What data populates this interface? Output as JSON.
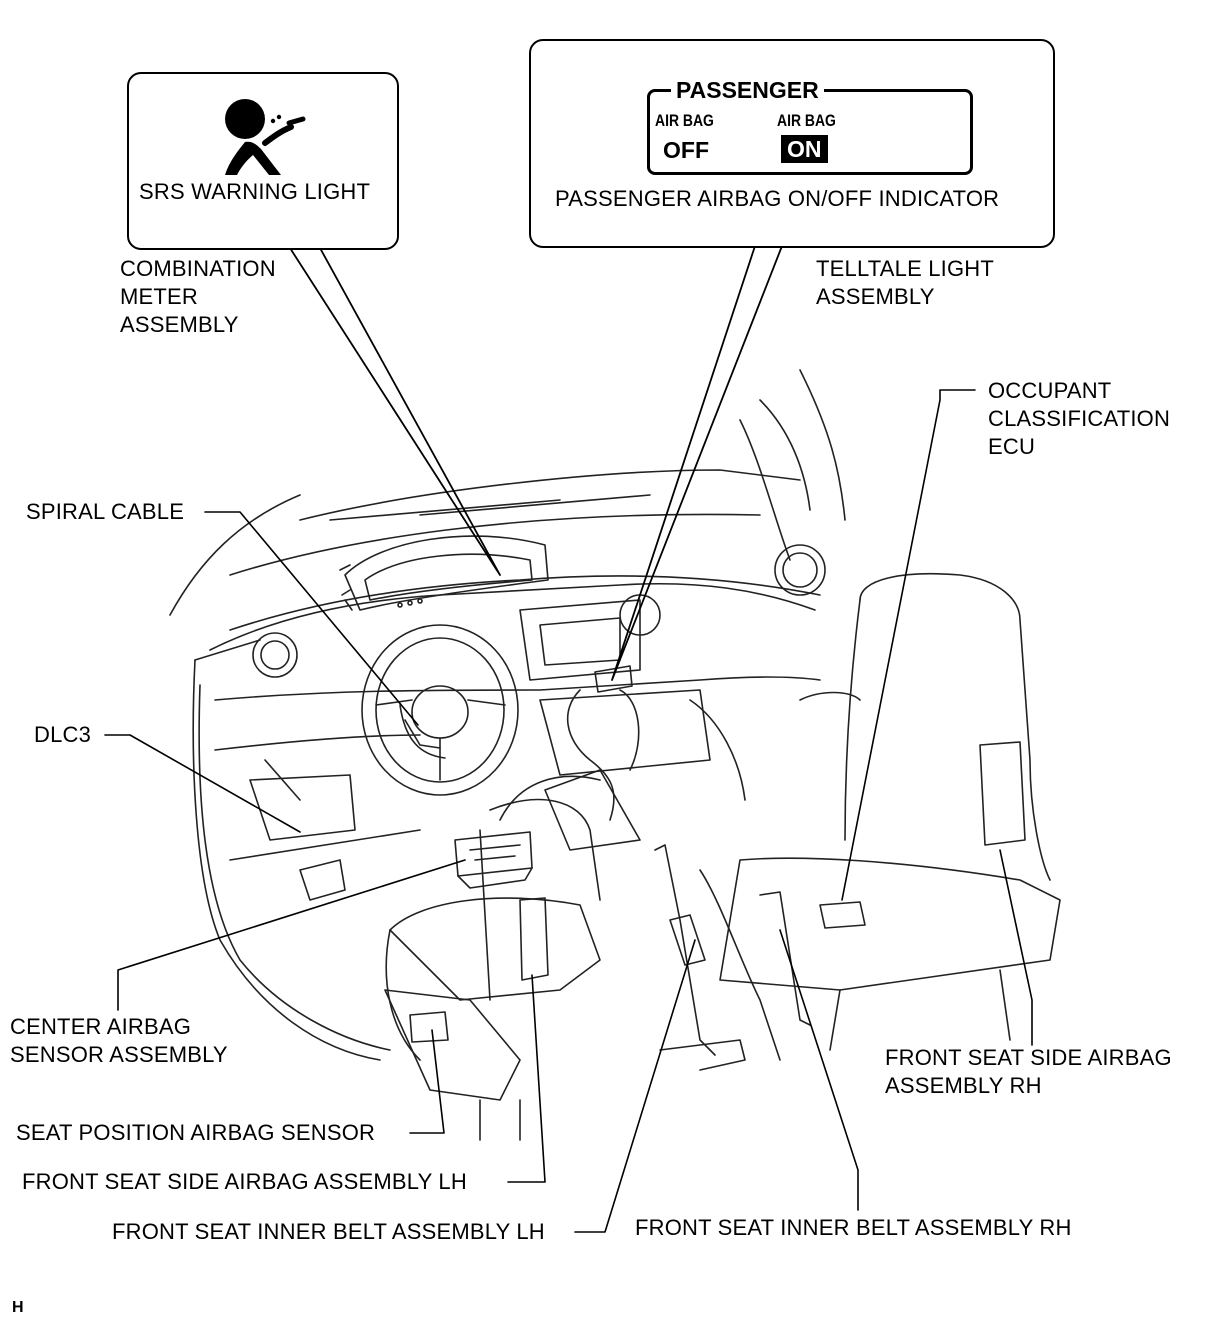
{
  "callouts": {
    "srs": {
      "label": "SRS WARNING LIGHT"
    },
    "passenger": {
      "heading": "PASSENGER",
      "left_small": "AIR BAG",
      "left_state": "OFF",
      "right_small": "AIR BAG",
      "right_state": "ON",
      "label": "PASSENGER AIRBAG ON/OFF INDICATOR"
    }
  },
  "labels": {
    "combination_meter": [
      "COMBINATION",
      "METER",
      "ASSEMBLY"
    ],
    "telltale": [
      "TELLTALE LIGHT",
      "ASSEMBLY"
    ],
    "occupant_ecu": [
      "OCCUPANT",
      "CLASSIFICATION",
      "ECU"
    ],
    "spiral_cable": "SPIRAL CABLE",
    "dlc3": "DLC3",
    "center_airbag_sensor": [
      "CENTER AIRBAG",
      "SENSOR ASSEMBLY"
    ],
    "seat_position_sensor": "SEAT POSITION AIRBAG SENSOR",
    "side_airbag_lh": "FRONT SEAT SIDE AIRBAG ASSEMBLY LH",
    "inner_belt_lh": "FRONT SEAT INNER BELT ASSEMBLY LH",
    "inner_belt_rh": "FRONT SEAT INNER BELT ASSEMBLY RH",
    "side_airbag_rh": [
      "FRONT SEAT SIDE AIRBAG",
      "ASSEMBLY RH"
    ]
  },
  "footer_code": "H",
  "icons": [
    "airbag-warning-icon"
  ]
}
